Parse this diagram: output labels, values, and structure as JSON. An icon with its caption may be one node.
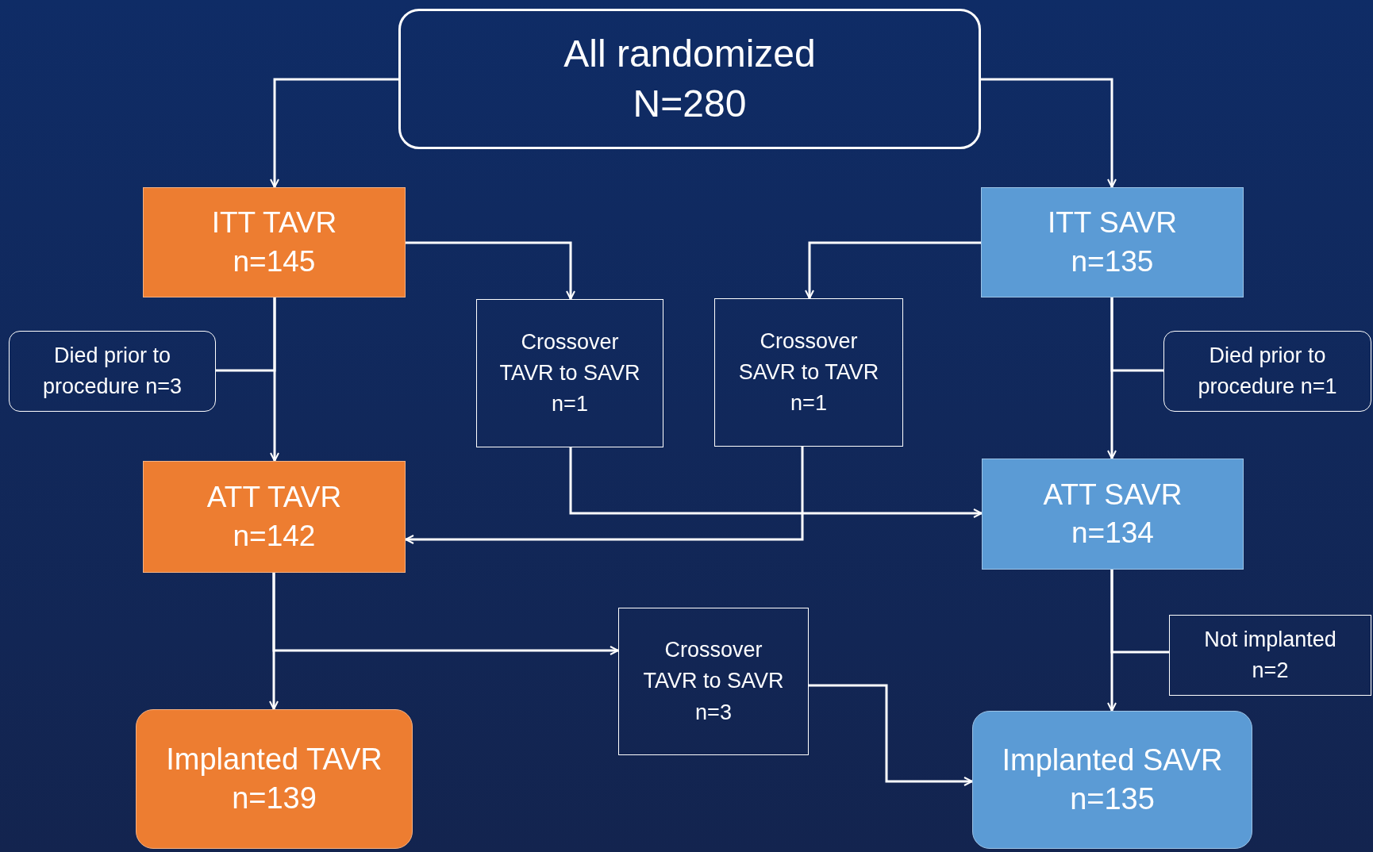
{
  "diagram": {
    "nodes": [
      {
        "text": [
          "All randomized",
          "N=280"
        ]
      },
      {
        "text": [
          "ITT TAVR",
          "n=145"
        ]
      },
      {
        "text": [
          "ITT SAVR",
          "n=135"
        ]
      },
      {
        "text": [
          "Died prior to procedure n=3"
        ]
      },
      {
        "text": [
          "Crossover",
          "TAVR to SAVR",
          "n=1"
        ]
      },
      {
        "text": [
          "Crossover",
          "SAVR to TAVR",
          "n=1"
        ]
      },
      {
        "text": [
          "Died prior to procedure n=1"
        ]
      },
      {
        "text": [
          "ATT TAVR",
          "n=142"
        ]
      },
      {
        "text": [
          "ATT SAVR",
          "n=134"
        ]
      },
      {
        "text": [
          "Crossover",
          "TAVR to SAVR",
          "n=3"
        ]
      },
      {
        "text": [
          "Not implanted",
          "n=2"
        ]
      },
      {
        "text": [
          "Implanted TAVR",
          "n=139"
        ]
      },
      {
        "text": [
          "Implanted SAVR",
          "n=135"
        ]
      }
    ],
    "edges": [
      {
        "from": 0,
        "to": 1,
        "arrow": "to"
      },
      {
        "from": 0,
        "to": 2,
        "arrow": "to"
      },
      {
        "from": 1,
        "to": 4,
        "arrow": "to"
      },
      {
        "from": 2,
        "to": 5,
        "arrow": "to"
      },
      {
        "from": 1,
        "to": 7,
        "arrow": "to"
      },
      {
        "from": 1,
        "to": 3,
        "arrow": "none"
      },
      {
        "from": 4,
        "to": 8,
        "arrow": "to"
      },
      {
        "from": 5,
        "to": 7,
        "arrow": "to"
      },
      {
        "from": 2,
        "to": 8,
        "arrow": "to"
      },
      {
        "from": 2,
        "to": 6,
        "arrow": "none"
      },
      {
        "from": 7,
        "to": 11,
        "arrow": "to"
      },
      {
        "from": 7,
        "to": 9,
        "arrow": "to"
      },
      {
        "from": 9,
        "to": 12,
        "arrow": "to"
      },
      {
        "from": 8,
        "to": 12,
        "arrow": "to"
      },
      {
        "from": 8,
        "to": 10,
        "arrow": "none"
      }
    ]
  }
}
